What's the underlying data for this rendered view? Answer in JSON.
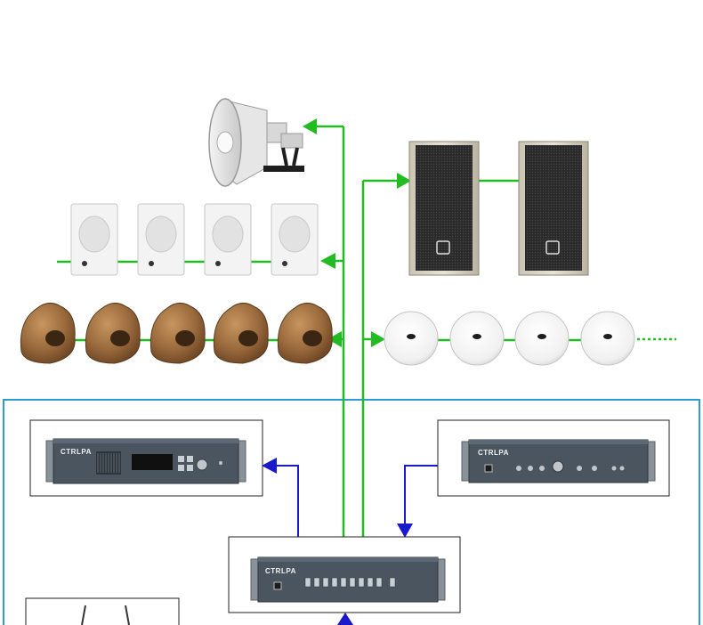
{
  "colors": {
    "speaker_feed_line": "#22bb22",
    "control_line": "#1a1acc",
    "rack_zone_border": "#2b9bd6",
    "equipment_box_border": "#222222",
    "rack_body": "#4a5560",
    "rack_face": "#3a444d"
  },
  "icons": {
    "horn_speaker": "horn-loudspeaker-icon",
    "wall_speaker": "wall-mount-speaker-icon",
    "rock_speaker": "rock-garden-speaker-icon",
    "column_speaker": "column-speaker-icon",
    "ceiling_speaker": "ceiling-speaker-icon"
  },
  "equipment": {
    "player": {
      "brand": "CTRLPA"
    },
    "preamp": {
      "brand": "CTRLPA"
    },
    "zone_selector": {
      "brand": "CTRLPA"
    }
  },
  "counts": {
    "wall_speakers": 4,
    "rock_speakers": 5,
    "column_speakers": 2,
    "ceiling_speakers": 4
  }
}
